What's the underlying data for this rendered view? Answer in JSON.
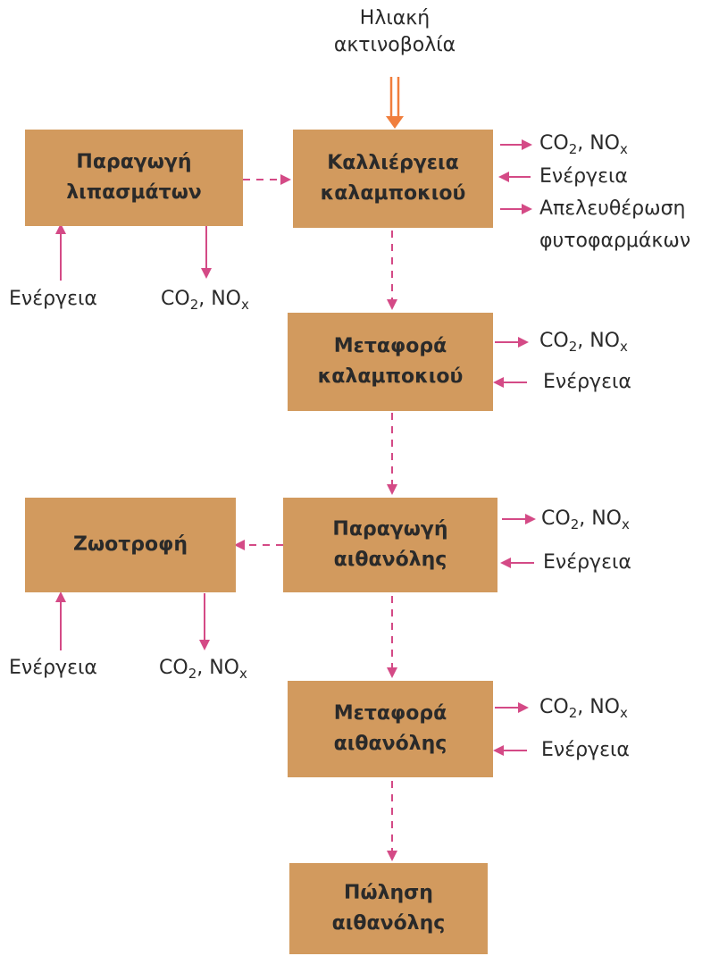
{
  "input": {
    "line1": "Ηλιακή",
    "line2": "ακτινοβολία"
  },
  "boxes": {
    "fertilizer": {
      "line1": "Παραγωγή",
      "line2": "λιπασμάτων"
    },
    "cultivation": {
      "line1": "Καλλιέργεια",
      "line2": "καλαμποκιού"
    },
    "corn_transport": {
      "line1": "Μεταφορά",
      "line2": "καλαμποκιού"
    },
    "ethanol_production": {
      "line1": "Παραγωγή",
      "line2": "αιθανόλης"
    },
    "feed": {
      "line1": "Ζωοτροφή"
    },
    "ethanol_transport": {
      "line1": "Μεταφορά",
      "line2": "αιθανόλης"
    },
    "sale": {
      "line1": "Πώληση",
      "line2": "αιθανόλης"
    }
  },
  "labels": {
    "energy": "Ενέργεια",
    "emission_co": "CO",
    "emission_co_sub": "2",
    "emission_no": ", NO",
    "emission_no_sub": "x",
    "pesticide_line1": "Απελευθέρωση",
    "pesticide_line2": "φυτοφαρμάκων"
  },
  "colors": {
    "box_fill": "#d29a5e",
    "arrow_magenta": "#d44a86",
    "arrow_orange": "#f07e3c",
    "text": "#2a2a2a"
  }
}
